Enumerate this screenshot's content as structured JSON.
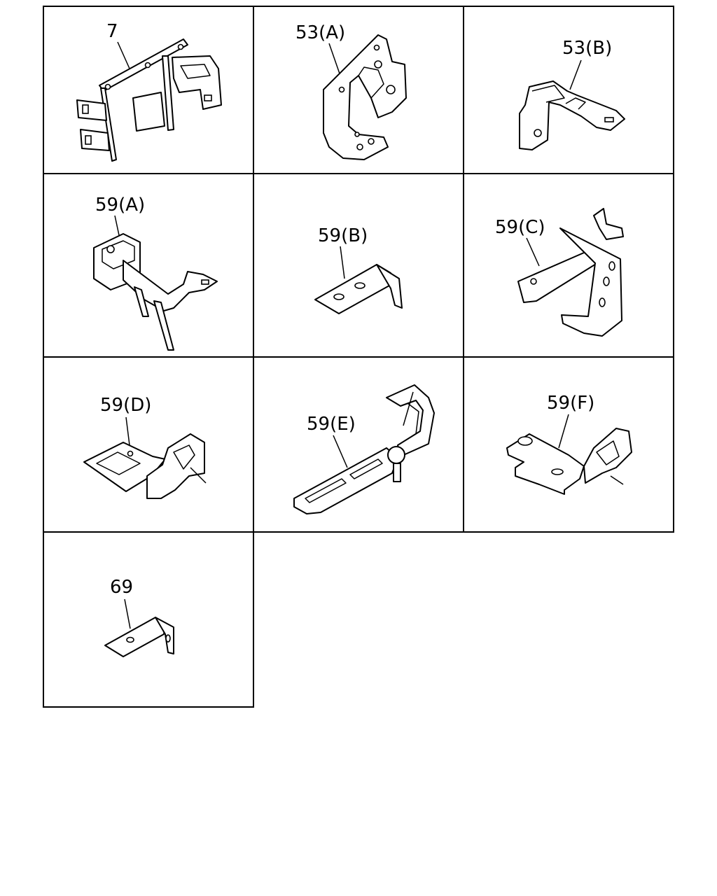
{
  "cells": [
    {
      "id": "c7",
      "label": "7"
    },
    {
      "id": "c53a",
      "label": "53(A)"
    },
    {
      "id": "c53b",
      "label": "53(B)"
    },
    {
      "id": "c59a",
      "label": "59(A)"
    },
    {
      "id": "c59b",
      "label": "59(B)"
    },
    {
      "id": "c59c",
      "label": "59(C)"
    },
    {
      "id": "c59d",
      "label": "59(D)"
    },
    {
      "id": "c59e",
      "label": "59(E)"
    },
    {
      "id": "c59f",
      "label": "59(F)"
    },
    {
      "id": "c69",
      "label": "69"
    }
  ]
}
